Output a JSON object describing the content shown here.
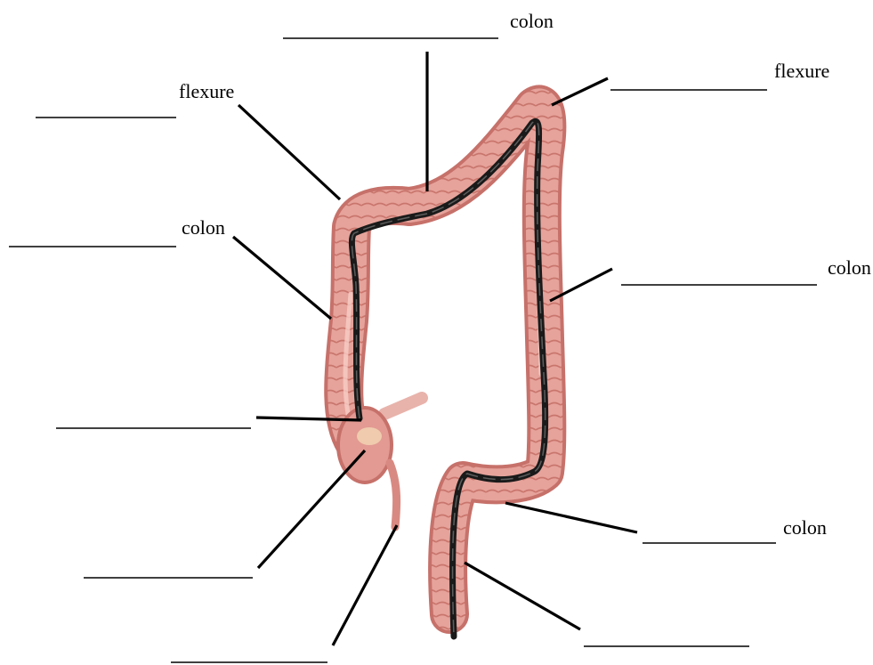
{
  "labels": {
    "transverse_colon": "colon",
    "left_flexure": "flexure",
    "right_flexure": "flexure",
    "ascending_colon": "colon",
    "descending_colon": "colon",
    "sigmoid_colon": "colon"
  },
  "colors": {
    "colon_fill": "#e29a92",
    "colon_wall": "#b8625a",
    "colon_highlight": "#f5c4bd",
    "scope": "#1a1a1a",
    "line": "#000000"
  },
  "icons": [
    "colon-illustration",
    "endoscope-tube"
  ]
}
